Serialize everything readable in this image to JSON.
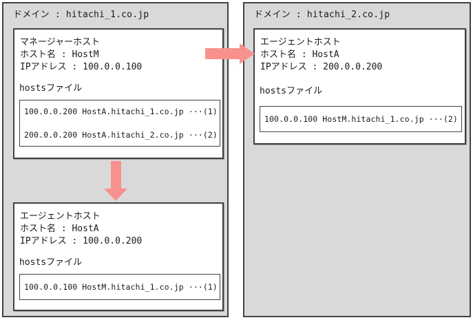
{
  "colors": {
    "panel_background": "#d9d9d9",
    "box_border": "#414141",
    "arrow": "#f7918e"
  },
  "left_domain": {
    "title": "ドメイン : hitachi_1.co.jp",
    "manager_host": {
      "role": "マネージャーホスト",
      "host_name": "ホスト名 : HostM",
      "ip_address": "IPアドレス : 100.0.0.100",
      "hosts_file_label": "hostsファイル",
      "hosts_entries": [
        "100.0.0.200 HostA.hitachi_1.co.jp ···(1)",
        "200.0.0.200 HostA.hitachi_2.co.jp ···(2)"
      ]
    },
    "agent_host": {
      "role": "エージェントホスト",
      "host_name": "ホスト名 : HostA",
      "ip_address": "IPアドレス : 100.0.0.200",
      "hosts_file_label": "hostsファイル",
      "hosts_entries": [
        "100.0.0.100 HostM.hitachi_1.co.jp ···(1)"
      ]
    }
  },
  "right_domain": {
    "title": "ドメイン : hitachi_2.co.jp",
    "agent_host": {
      "role": "エージェントホスト",
      "host_name": "ホスト名 : HostA",
      "ip_address": "IPアドレス : 200.0.0.200",
      "hosts_file_label": "hostsファイル",
      "hosts_entries": [
        "100.0.0.100 HostM.hitachi_1.co.jp ···(2)"
      ]
    }
  }
}
